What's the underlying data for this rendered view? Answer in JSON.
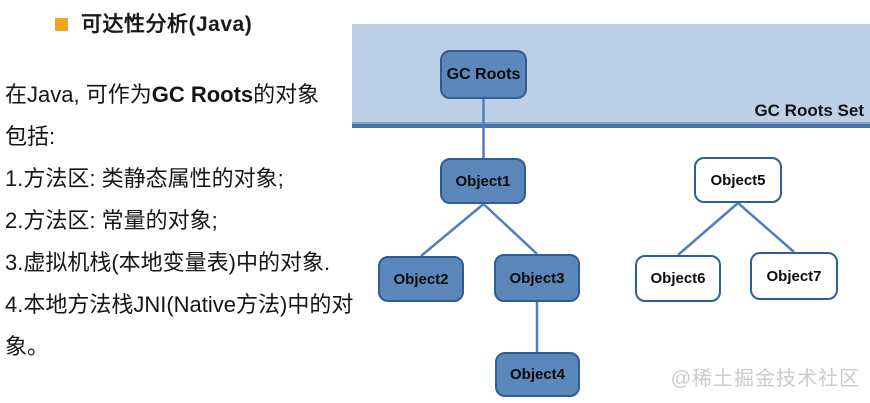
{
  "title": {
    "text": "可达性分析(Java)"
  },
  "paragraph": {
    "intro_prefix": "在Java, 可作为",
    "intro_bold": "GC Roots",
    "intro_suffix": "的对象",
    "intro_line2": "包括:",
    "items": [
      "1.方法区: 类静态属性的对象;",
      "2.方法区: 常量的对象;",
      "3.虚拟机栈(本地变量表)中的对象.",
      "4.本地方法栈JNI(Native方法)中的对象。"
    ]
  },
  "diagram": {
    "banner_label": "GC Roots Set",
    "nodes": [
      {
        "id": "gc-roots",
        "label": "GC Roots",
        "variant": "root"
      },
      {
        "id": "object1",
        "label": "Object1",
        "variant": "reachable"
      },
      {
        "id": "object2",
        "label": "Object2",
        "variant": "reachable"
      },
      {
        "id": "object3",
        "label": "Object3",
        "variant": "reachable"
      },
      {
        "id": "object4",
        "label": "Object4",
        "variant": "reachable"
      },
      {
        "id": "object5",
        "label": "Object5",
        "variant": "unreachable"
      },
      {
        "id": "object6",
        "label": "Object6",
        "variant": "unreachable"
      },
      {
        "id": "object7",
        "label": "Object7",
        "variant": "unreachable"
      }
    ],
    "edges": [
      {
        "from": "gc-roots",
        "to": "object1"
      },
      {
        "from": "object1",
        "to": "object2"
      },
      {
        "from": "object1",
        "to": "object3"
      },
      {
        "from": "object3",
        "to": "object4"
      },
      {
        "from": "object5",
        "to": "object6"
      },
      {
        "from": "object5",
        "to": "object7"
      }
    ]
  },
  "watermark": "@稀土掘金技术社区",
  "colors": {
    "bullet": "#f2a41c",
    "banner_bg": "#bdd0e7",
    "banner_line_light": "#7fa3cf",
    "banner_line_dark": "#4a74a6",
    "node_fill": "#5b87bb",
    "node_border": "#315d94",
    "node_border_unreachable": "#2d5f9d",
    "edge": "#4d7ec0",
    "watermark": "#cbcbcb"
  }
}
